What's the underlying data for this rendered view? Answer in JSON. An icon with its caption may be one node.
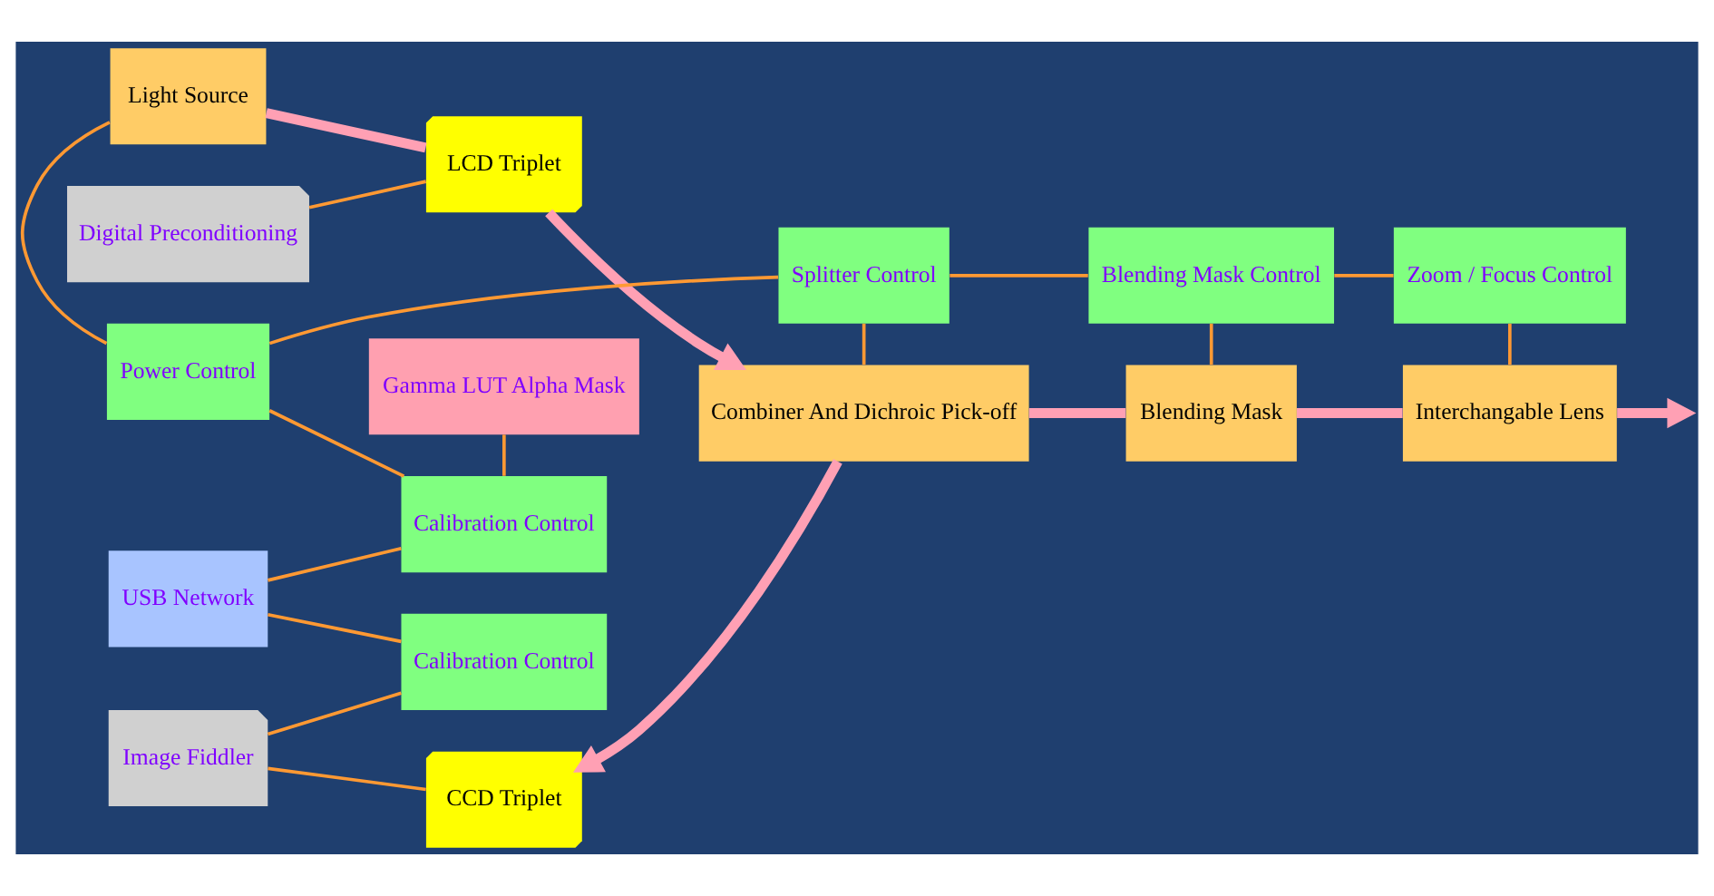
{
  "diagram": {
    "nodes": [
      {
        "text": [
          "Image Fiddler"
        ]
      },
      {
        "text": [
          "Calibration Control"
        ]
      },
      {
        "text": [
          "CCD Triplet"
        ]
      },
      {
        "text": [
          "Digital Preconditioning"
        ]
      },
      {
        "text": [
          "LCD Triplet"
        ]
      },
      {
        "text": [
          "Gamma LUT Alpha Mask"
        ]
      },
      {
        "text": [
          "Light Source"
        ]
      },
      {
        "text": [
          "Combiner And Dichroic Pick-off"
        ]
      },
      {
        "text": [
          "Blending Mask"
        ]
      },
      {
        "text": [
          "Interchangable Lens"
        ]
      },
      {
        "text": [
          "Splitter Control"
        ]
      },
      {
        "text": [
          "Blending Mask Control"
        ]
      },
      {
        "text": [
          "Zoom / Focus Control"
        ]
      },
      {
        "text": [
          "USB Network"
        ]
      },
      {
        "text": [
          "Calibration Control"
        ]
      },
      {
        "text": [
          "Power Control"
        ]
      }
    ],
    "edges": [
      {
        "from": 0,
        "to": 2,
        "arrow": "none"
      },
      {
        "from": 0,
        "to": 1,
        "arrow": "none"
      },
      {
        "from": 13,
        "to": 1,
        "arrow": "none"
      },
      {
        "from": 3,
        "to": 4,
        "arrow": "none"
      },
      {
        "from": 5,
        "to": 14,
        "arrow": "none"
      },
      {
        "from": 13,
        "to": 14,
        "arrow": "none"
      },
      {
        "from": 14,
        "to": 15,
        "arrow": "none"
      },
      {
        "from": 6,
        "to": 15,
        "arrow": "none"
      },
      {
        "from": 15,
        "to": 10,
        "arrow": "none"
      },
      {
        "from": 10,
        "to": 11,
        "arrow": "none"
      },
      {
        "from": 11,
        "to": 12,
        "arrow": "none"
      },
      {
        "from": 10,
        "to": 7,
        "arrow": "none"
      },
      {
        "from": 11,
        "to": 8,
        "arrow": "none"
      },
      {
        "from": 12,
        "to": 9,
        "arrow": "none"
      },
      {
        "from": 6,
        "to": 4,
        "arrow": "none",
        "style": "thick",
        "color": "#ffa0b4"
      },
      {
        "from": 4,
        "to": 7,
        "arrow": "to",
        "style": "thick",
        "color": "#ffa0b4"
      },
      {
        "from": 7,
        "to": 2,
        "arrow": "to",
        "style": "thick",
        "color": "#ffa0b4"
      },
      {
        "from": 7,
        "to": 8,
        "arrow": "none",
        "style": "thick",
        "color": "#ffa0b4"
      },
      {
        "from": 8,
        "to": 9,
        "arrow": "none",
        "style": "thick",
        "color": "#ffa0b4"
      },
      {
        "from": 9,
        "to": null,
        "arrow": "to",
        "style": "thick",
        "color": "#ffa0b4"
      }
    ]
  }
}
